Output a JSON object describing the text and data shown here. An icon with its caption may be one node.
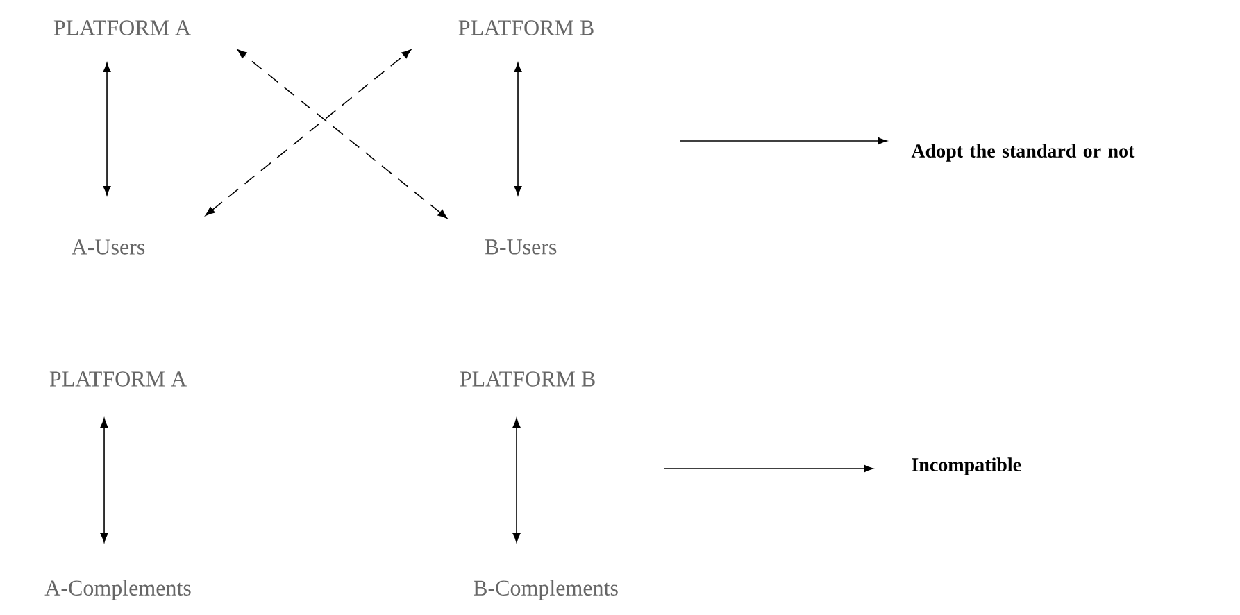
{
  "diagram": {
    "nodes": [
      {
        "text": [
          "PLATFORM A"
        ]
      },
      {
        "text": [
          "PLATFORM B"
        ]
      },
      {
        "text": [
          "A-Users"
        ]
      },
      {
        "text": [
          "B-Users"
        ]
      },
      {
        "text": [
          "Adopt the standard or not"
        ]
      },
      {
        "text": [
          "PLATFORM A"
        ]
      },
      {
        "text": [
          "PLATFORM B"
        ]
      },
      {
        "text": [
          "A-Complements"
        ]
      },
      {
        "text": [
          "B-Complements"
        ]
      },
      {
        "text": [
          "Incompatible"
        ]
      }
    ],
    "edges": [
      {
        "from": 0,
        "to": 2,
        "arrow": "both"
      },
      {
        "from": 3,
        "to": 0,
        "arrow": "both",
        "style": "dashed"
      },
      {
        "from": 2,
        "to": 1,
        "arrow": "both",
        "style": "dashed"
      },
      {
        "from": 1,
        "to": 3,
        "arrow": "both"
      },
      {
        "from": null,
        "to": 4,
        "arrow": "to"
      },
      {
        "from": 5,
        "to": 7,
        "arrow": "both"
      },
      {
        "from": 6,
        "to": 8,
        "arrow": "both"
      },
      {
        "from": null,
        "to": 9,
        "arrow": "to"
      }
    ]
  }
}
